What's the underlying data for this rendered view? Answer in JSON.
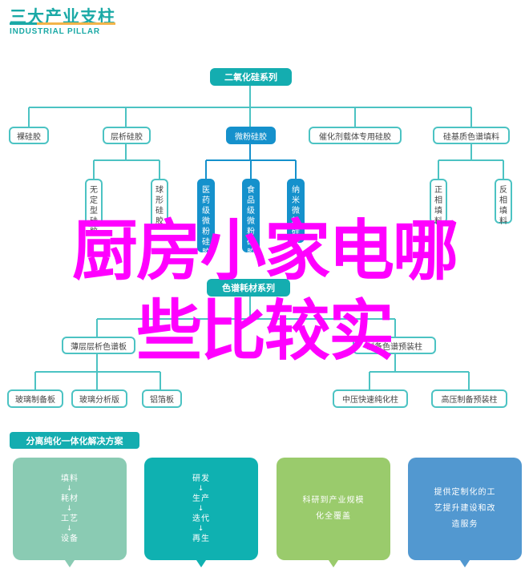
{
  "header": {
    "title": "三大产业支柱",
    "subtitle": "INDUSTRIAL PILLAR",
    "colors": {
      "teal": "#1aa9a6",
      "orange": "#f3b44a"
    }
  },
  "tree1": {
    "root": "二氧化硅系列",
    "children": [
      {
        "label": "裸硅胶"
      },
      {
        "label": "层析硅胶",
        "children": [
          "无定型硅胶",
          "球形硅胶"
        ]
      },
      {
        "label": "微粉硅胶",
        "highlight": true,
        "children": [
          "医药级微粉硅胶",
          "食品级微粉硅胶",
          "纳米微粉硅胶"
        ]
      },
      {
        "label": "催化剂载体专用硅胶"
      },
      {
        "label": "硅基质色谱填料",
        "children": [
          "正相填料",
          "反相填料"
        ]
      }
    ]
  },
  "tree2": {
    "root": "色谱耗材系列",
    "children": [
      {
        "label": "薄层层析色谱板",
        "children": [
          "玻璃制备板",
          "玻璃分析版",
          "铝箔板"
        ]
      },
      {
        "label": "制备色谱预装柱",
        "children": [
          "中压快速纯化柱",
          "高压制备预装柱"
        ]
      }
    ]
  },
  "solutions": {
    "title": "分离纯化一体化解决方案",
    "cards": [
      {
        "color": "#8acbb3",
        "steps": [
          "填料",
          "耗材",
          "工艺",
          "设备"
        ]
      },
      {
        "color": "#0fb1b1",
        "steps": [
          "研发",
          "生产",
          "迭代",
          "再生"
        ]
      },
      {
        "color": "#9acb6c",
        "lines": [
          "科研到产业规模",
          "化全覆盖"
        ]
      },
      {
        "color": "#5298d0",
        "lines": [
          "提供定制化的工",
          "艺提升建设和改",
          "造服务"
        ]
      }
    ],
    "arrow_glyph": "↓"
  },
  "overlay": {
    "line1": "厨房小家电哪",
    "line2": "些比较实",
    "color": "#ff00ff"
  }
}
